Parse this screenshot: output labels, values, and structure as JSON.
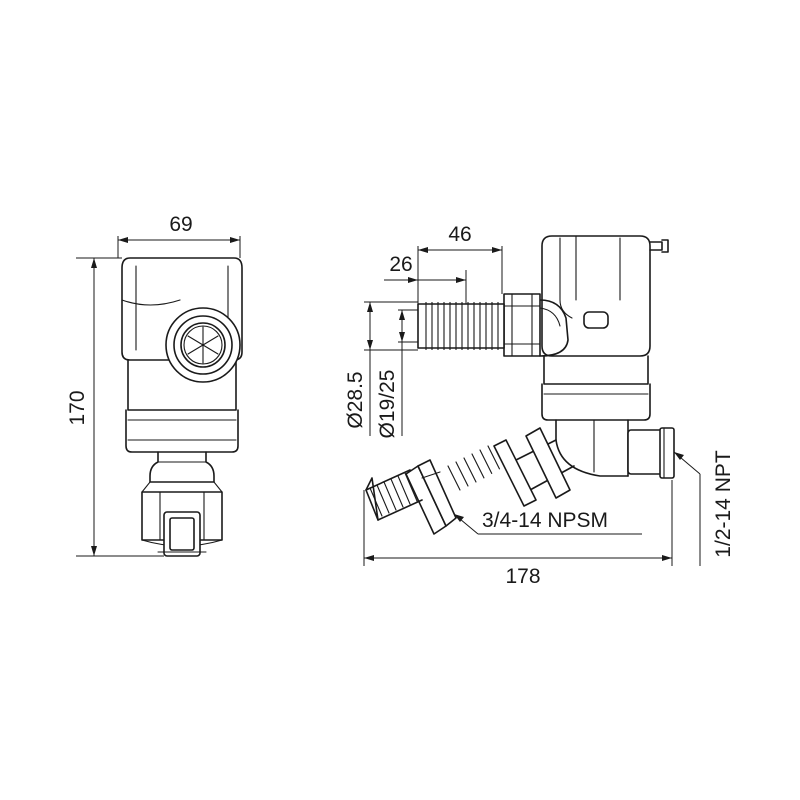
{
  "dimensions": {
    "width": "69",
    "height": "170",
    "outlet_length": "46",
    "hose_length": "26",
    "hose_diameter_outer": "Ø28.5",
    "hose_diameter_inner": "Ø19/25",
    "inlet_thread": "3/4-14 NPSM",
    "side_thread": "1/2-14 NPT",
    "total_length": "178"
  },
  "colors": {
    "line": "#1a1a1a",
    "background": "#ffffff"
  }
}
